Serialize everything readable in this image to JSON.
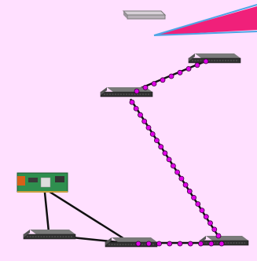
{
  "diagram": {
    "background": "#ffe0ff",
    "link_color": "#111111",
    "bead_fill": "#e000e8",
    "bead_stroke": "#3a003a",
    "beam_fill": "#f0207a",
    "beam_edge": "#4da6e6",
    "nodes": [
      {
        "id": "router-top",
        "kind": "router-icon"
      },
      {
        "id": "switch-upper-right",
        "kind": "network-switch-icon"
      },
      {
        "id": "switch-upper-left",
        "kind": "network-switch-icon"
      },
      {
        "id": "nic-card",
        "kind": "network-card-icon"
      },
      {
        "id": "switch-bottom-left",
        "kind": "network-switch-icon"
      },
      {
        "id": "switch-bottom-middle",
        "kind": "network-switch-icon"
      },
      {
        "id": "switch-bottom-right",
        "kind": "network-switch-icon"
      }
    ],
    "links": [
      {
        "from": "nic-card",
        "to": "switch-bottom-left",
        "style": "plain"
      },
      {
        "from": "nic-card",
        "to": "switch-bottom-middle",
        "style": "plain"
      },
      {
        "from": "switch-bottom-left",
        "to": "switch-bottom-middle",
        "style": "plain"
      },
      {
        "from": "switch-upper-left",
        "to": "switch-upper-right",
        "style": "beaded"
      },
      {
        "from": "switch-upper-left",
        "to": "switch-bottom-right",
        "style": "beaded"
      },
      {
        "from": "switch-bottom-middle",
        "to": "switch-bottom-right",
        "style": "beaded"
      }
    ]
  }
}
